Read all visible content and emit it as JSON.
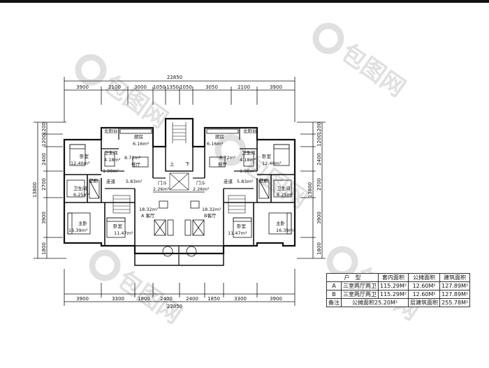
{
  "watermark": {
    "text": "包图网",
    "glyph": "6"
  },
  "dims": {
    "top_total": "22850",
    "top": [
      "3900",
      "2100",
      "3000",
      "1050",
      "1350",
      "1050",
      "3050",
      "2100",
      "3900"
    ],
    "bottom_total": "22850",
    "bottom": [
      "3900",
      "3300",
      "1800",
      "2400",
      "2400",
      "1850",
      "3300",
      "3900"
    ],
    "left_total": "13800",
    "left": [
      "1200",
      "1200",
      "2400",
      "2700",
      "3900",
      "1800"
    ],
    "right_total": "13800",
    "right": [
      "1200",
      "1200",
      "2400",
      "2700",
      "3900",
      "1800"
    ]
  },
  "rooms": {
    "north_balcony_l": "北阳台",
    "kitchen_l": "厨房",
    "kitchen_l_area": "6.16m²",
    "north_balcony_r": "北阳台",
    "kitchen_r": "厨房",
    "kitchen_r_area": "6.16m²",
    "bedroom_l": "卧室",
    "bedroom_l_area": "12.40m²",
    "bedroom_r": "卧室",
    "bedroom_r_area": "12.40m²",
    "bath1_l": "卫生间",
    "bath1_l_area": "4.18m²",
    "bath1_r": "卫生间",
    "bath1_r_area": "4.18m²",
    "dining_l_area": "8.72m²",
    "dining_l": "餐厅",
    "dining_r_area": "8.72m²",
    "dining_r": "餐厅",
    "area_190_l": "1.90m²",
    "area_190_r": "1.90m²",
    "closet_l": "壁橱",
    "closet_r": "壁橱",
    "corridor_l": "走道",
    "corridor_l_area": "5.83m²",
    "corridor_r": "走道",
    "corridor_r_area": "5.83m²",
    "bath2_l": "卫生间",
    "bath2_l_area": "6.25m²",
    "bath2_r": "卫生间",
    "bath2_r_area": "6.25m²",
    "foyer_l": "门斗",
    "foyer_l_area": "2.26m²",
    "foyer_r": "门斗",
    "foyer_r_area": "2.26m²",
    "up": "上",
    "down": "下",
    "living_l_area": "18.32m²",
    "living_l": "A 客厅",
    "living_r_area": "18.32m²",
    "living_r": "B客厅",
    "master_l": "主卧",
    "master_l_area": "16.39m²",
    "master_r": "主卧",
    "master_r_area": "16.39m²",
    "bed2_l": "卧室",
    "bed2_l_area": "11.47m²",
    "bed2_r": "卧室",
    "bed2_r_area": "11.47m²"
  },
  "table": {
    "header": [
      "户　型",
      "套内面积",
      "公摊面积",
      "建筑面积"
    ],
    "rows": [
      [
        "A",
        "三室两厅两卫",
        "115.29M²",
        "12.60M²",
        "127.89M²"
      ],
      [
        "B",
        "三室两厅两卫",
        "115.29M²",
        "12.60M²",
        "127.89M²"
      ]
    ],
    "note": [
      "备注",
      "公摊面积25.20M²",
      "层建筑面积",
      "255.78M²"
    ]
  }
}
